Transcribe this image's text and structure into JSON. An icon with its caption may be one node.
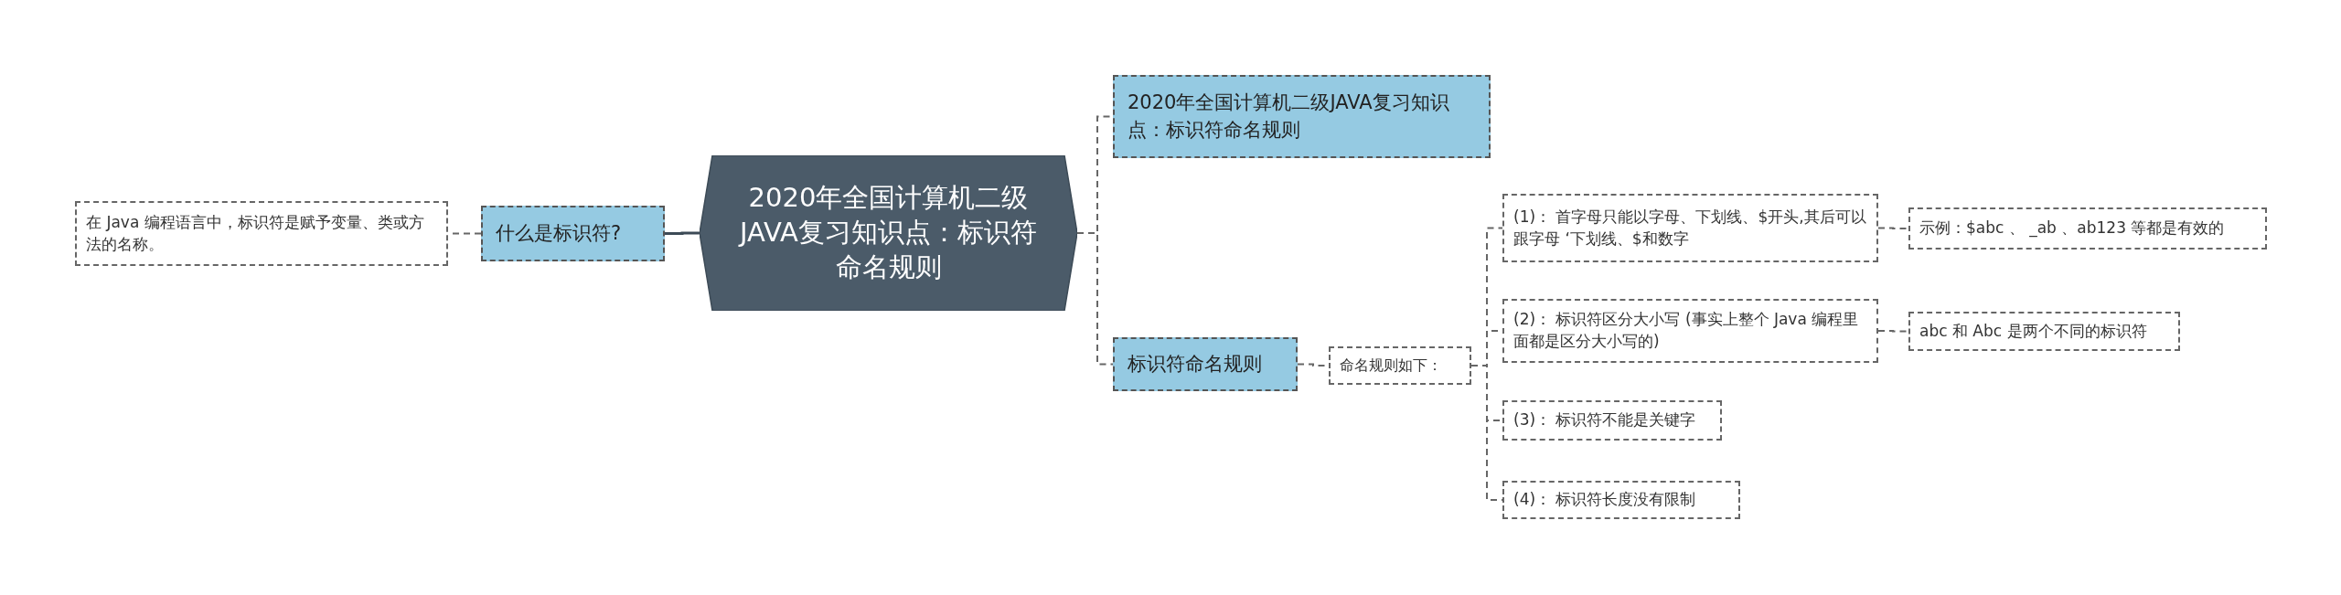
{
  "diagram": {
    "nodes": [
      {
        "text": [
          "2020年全国计算机二级JAVA复习知识点：标识符命名规则"
        ]
      },
      {
        "text": [
          "什么是标识符?"
        ]
      },
      {
        "text": [
          "在 Java 编程语言中，标识符是赋予变量、类或方法的名称。"
        ]
      },
      {
        "text": [
          "2020年全国计算机二级JAVA复习知识点：标识符命名规则"
        ]
      },
      {
        "text": [
          "标识符命名规则"
        ]
      },
      {
        "text": [
          "命名规则如下："
        ]
      },
      {
        "text": [
          "(1)： 首字母只能以字母、下划线、$开头,其后可以跟字母 ‘下划线、$和数字"
        ]
      },
      {
        "text": [
          "示例：$abc 、 _ab 、ab123 等都是有效的"
        ]
      },
      {
        "text": [
          "(2)： 标识符区分大小写 (事实上整个 Java 编程里面都是区分大小写的)"
        ]
      },
      {
        "text": [
          "abc 和 Abc 是两个不同的标识符"
        ]
      },
      {
        "text": [
          "(3)： 标识符不能是关键字"
        ]
      },
      {
        "text": [
          "(4)： 标识符长度没有限制"
        ]
      }
    ],
    "edges": [
      {
        "from": 0,
        "to": 1,
        "arrow": "none"
      },
      {
        "from": 1,
        "to": 2,
        "arrow": "none",
        "style": "dashed"
      },
      {
        "from": 0,
        "to": 3,
        "arrow": "none",
        "style": "dashed"
      },
      {
        "from": 0,
        "to": 4,
        "arrow": "none",
        "style": "dashed"
      },
      {
        "from": 4,
        "to": 5,
        "arrow": "none",
        "style": "dashed"
      },
      {
        "from": 5,
        "to": 6,
        "arrow": "none",
        "style": "dashed"
      },
      {
        "from": 6,
        "to": 7,
        "arrow": "none",
        "style": "dashed"
      },
      {
        "from": 5,
        "to": 8,
        "arrow": "none",
        "style": "dashed"
      },
      {
        "from": 8,
        "to": 9,
        "arrow": "none",
        "style": "dashed"
      },
      {
        "from": 5,
        "to": 10,
        "arrow": "none",
        "style": "dashed"
      },
      {
        "from": 5,
        "to": 11,
        "arrow": "none",
        "style": "dashed"
      }
    ]
  }
}
